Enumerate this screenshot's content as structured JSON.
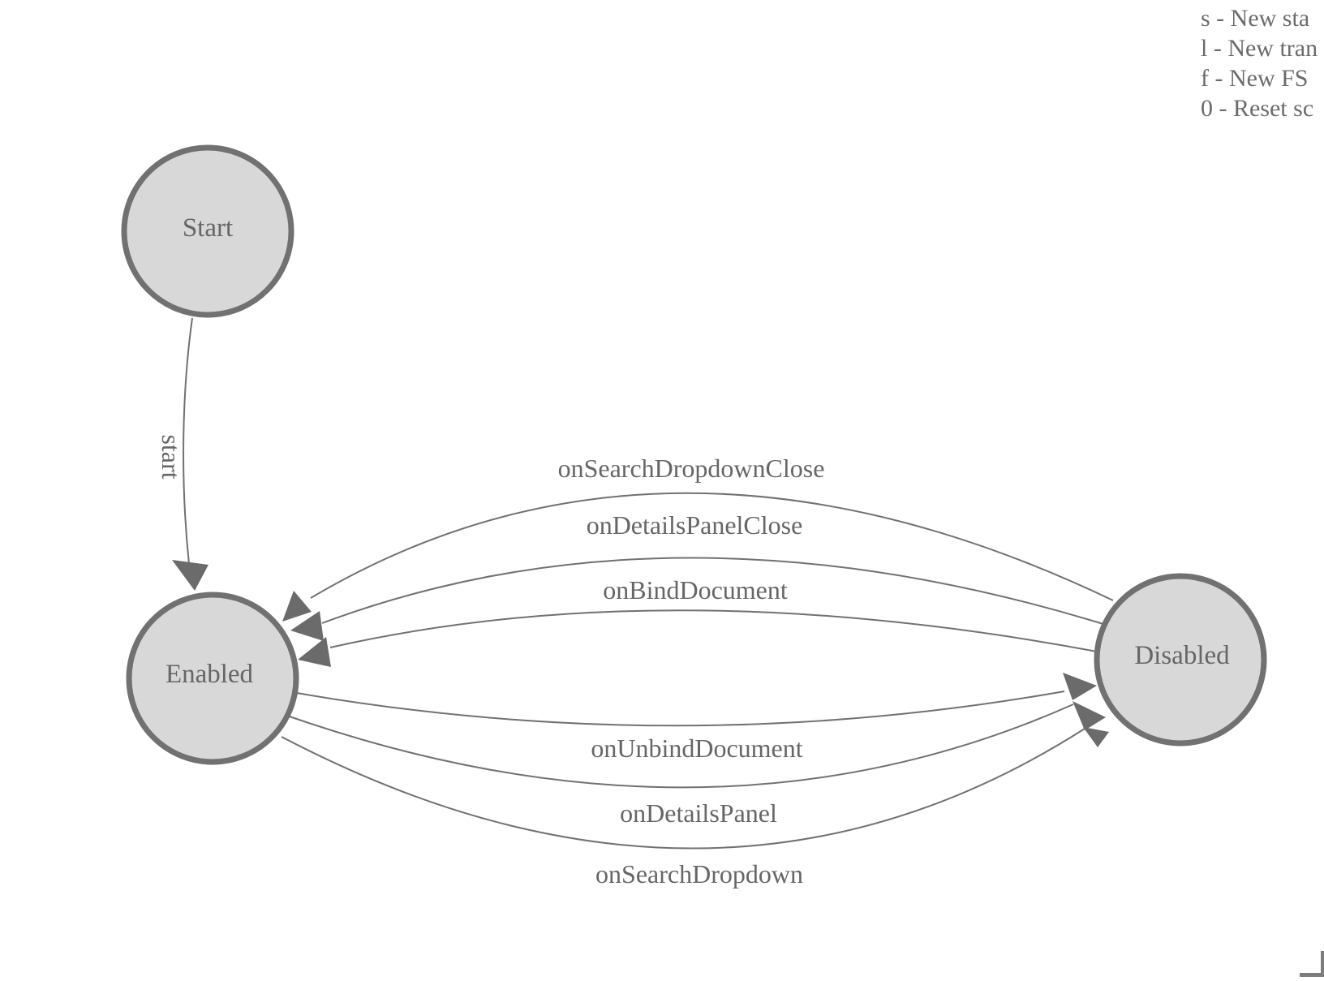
{
  "diagram": {
    "type": "state-machine",
    "nodes": [
      {
        "id": "start",
        "label": "Start"
      },
      {
        "id": "enabled",
        "label": "Enabled"
      },
      {
        "id": "disabled",
        "label": "Disabled"
      }
    ],
    "edges": [
      {
        "label": "start",
        "from": "Start",
        "to": "Enabled"
      },
      {
        "label": "onSearchDropdownClose",
        "from": "Disabled",
        "to": "Enabled"
      },
      {
        "label": "onDetailsPanelClose",
        "from": "Disabled",
        "to": "Enabled"
      },
      {
        "label": "onBindDocument",
        "from": "Disabled",
        "to": "Enabled"
      },
      {
        "label": "onUnbindDocument",
        "from": "Enabled",
        "to": "Disabled"
      },
      {
        "label": "onDetailsPanel",
        "from": "Enabled",
        "to": "Disabled"
      },
      {
        "label": "onSearchDropdown",
        "from": "Enabled",
        "to": "Disabled"
      }
    ],
    "colors": {
      "node_fill": "#d8d8d8",
      "node_stroke": "#717171",
      "edge_stroke": "#717171",
      "arrow_fill": "#6b6b6b",
      "text": "#666666",
      "legend_text": "#6b6b6b"
    }
  },
  "legend": {
    "lines": [
      "s - New sta",
      "l - New tran",
      "f - New FS",
      "0 - Reset sc"
    ]
  }
}
